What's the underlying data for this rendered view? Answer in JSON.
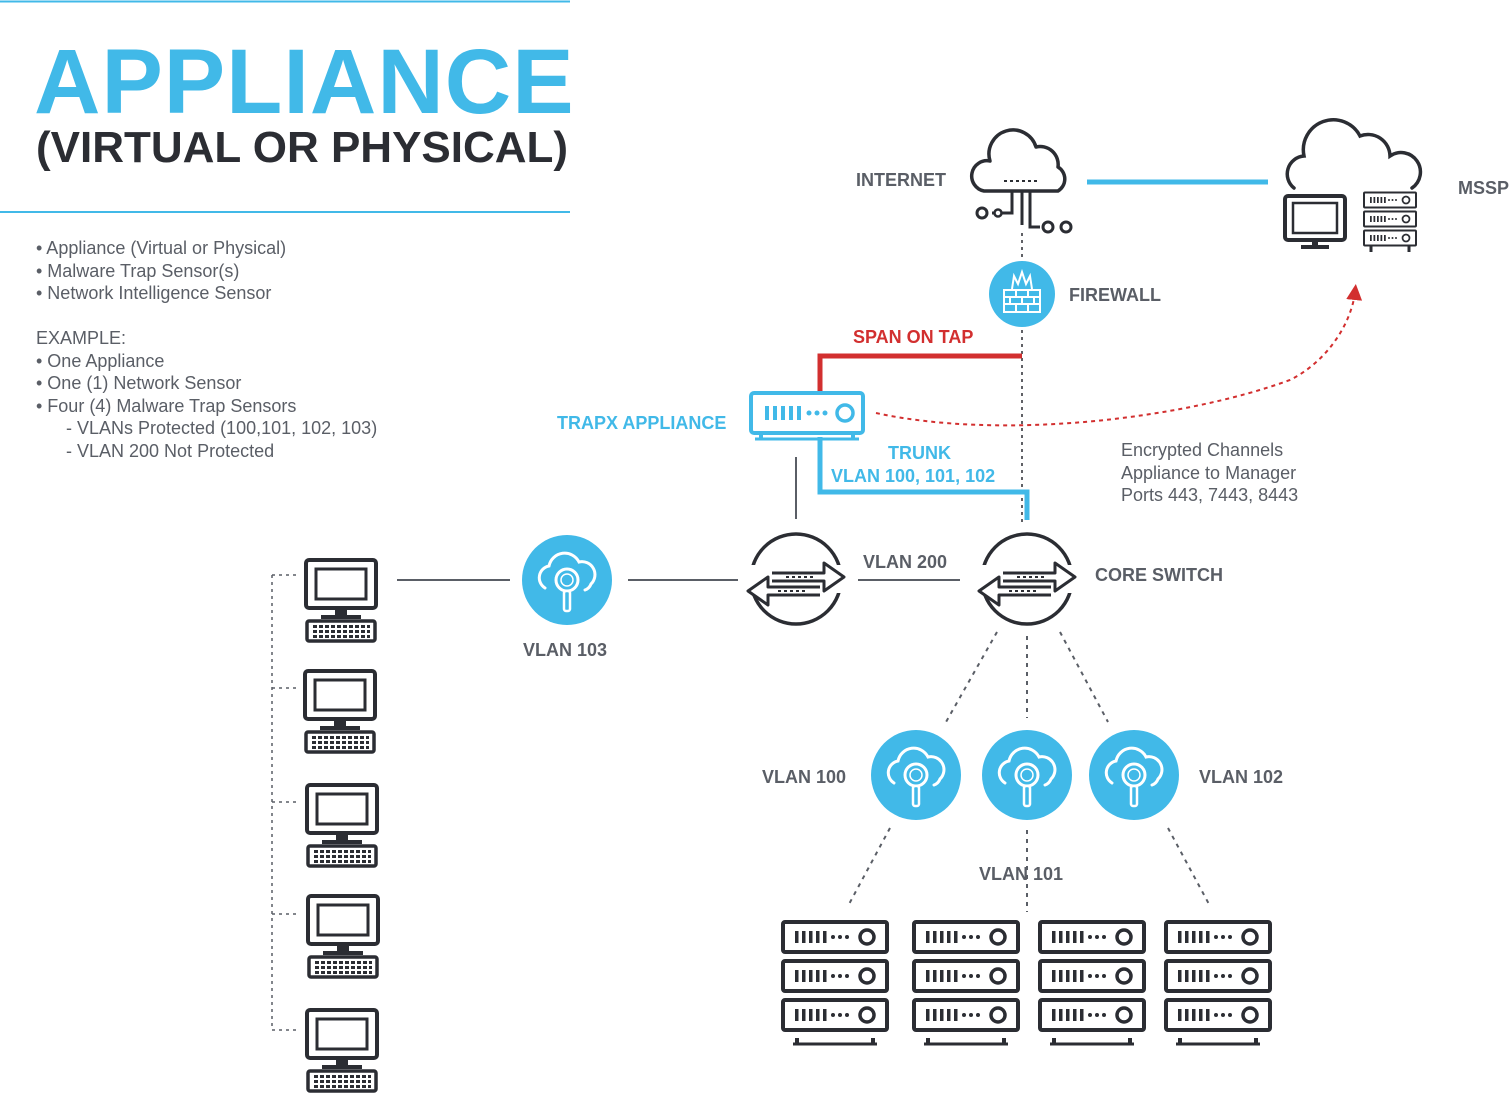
{
  "header": {
    "title": "APPLIANCE",
    "subtitle": "(VIRTUAL OR PHYSICAL)"
  },
  "components": [
    "• Appliance (Virtual or Physical)",
    "• Malware Trap Sensor(s)",
    "• Network Intelligence Sensor"
  ],
  "example": {
    "heading": "EXAMPLE:",
    "items": [
      "• One Appliance",
      "• One (1) Network Sensor",
      "• Four (4) Malware Trap Sensors"
    ],
    "subitems": [
      "- VLANs Protected (100,101, 102, 103)",
      "- VLAN 200 Not Protected"
    ]
  },
  "labels": {
    "internet": "INTERNET",
    "mssp": "MSSP",
    "firewall": "FIREWALL",
    "span_on_tap": "SPAN ON TAP",
    "trapx_appliance": "TRAPX APPLIANCE",
    "trunk": "TRUNK",
    "trunk_vlans": "VLAN 100, 101, 102",
    "vlan_200": "VLAN 200",
    "core_switch": "CORE SWITCH",
    "vlan_103": "VLAN 103",
    "vlan_100": "VLAN 100",
    "vlan_101": "VLAN 101",
    "vlan_102": "VLAN 102"
  },
  "encrypted_note": [
    "Encrypted Channels",
    "Appliance to Manager",
    "Ports 443, 7443, 8443"
  ],
  "colors": {
    "accent_blue": "#41b9e8",
    "span_red": "#d22f2f",
    "icon_dark": "#2b2d33",
    "text_gray": "#5a5e66"
  },
  "icons": [
    "cloud-network-icon",
    "cloud-icon",
    "monitor-icon",
    "server-rack-icon",
    "firewall-icon",
    "appliance-icon",
    "switch-icon",
    "trap-sensor-icon",
    "computer-icon"
  ]
}
